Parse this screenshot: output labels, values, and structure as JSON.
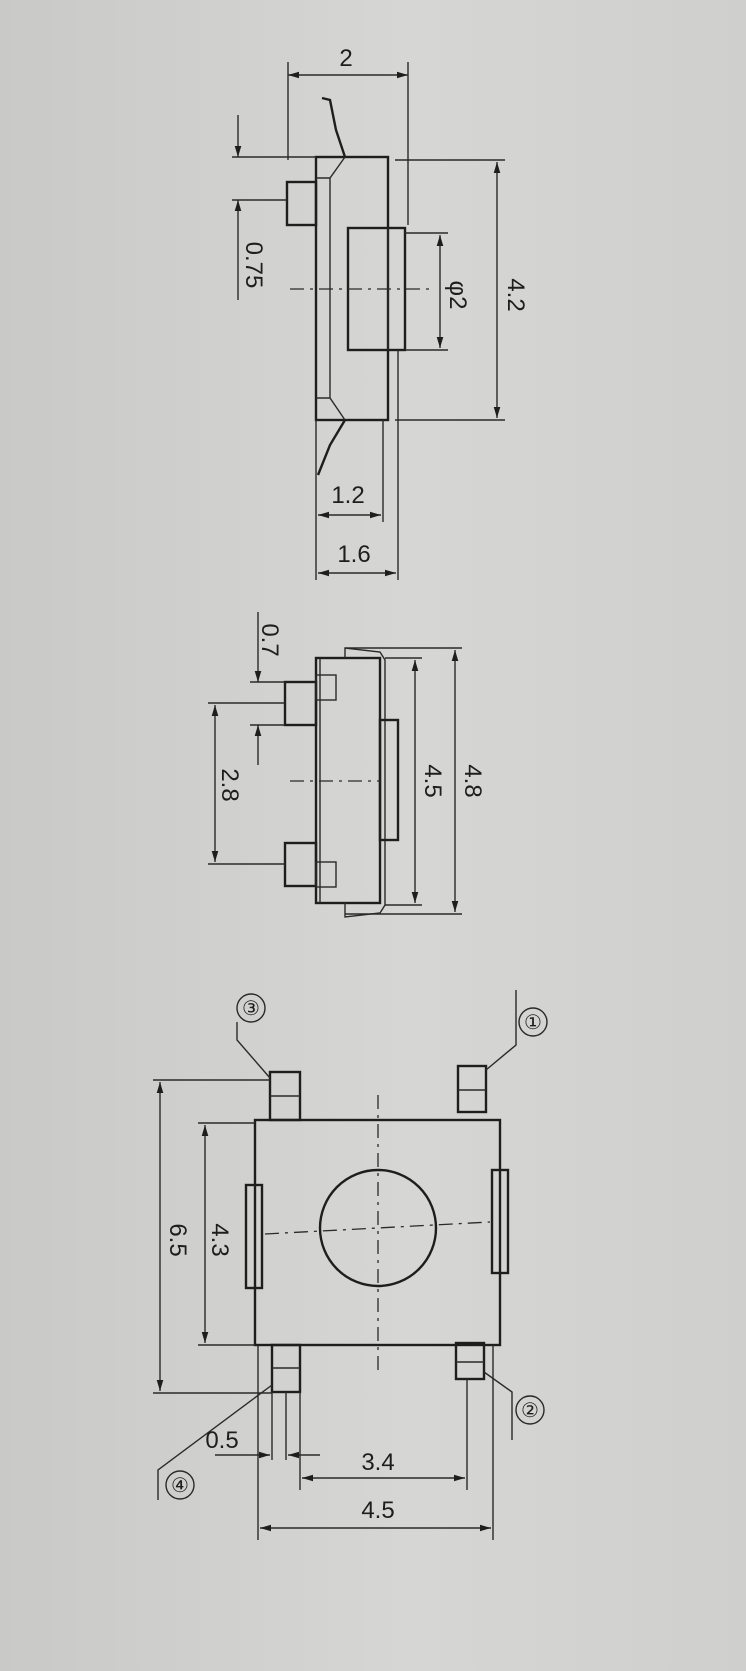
{
  "drawing": {
    "side_view": {
      "width": "2",
      "lead_offset": "0.75",
      "button_dia": "φ2",
      "length": "4.2",
      "button_height": "1.2",
      "total_height": "1.6"
    },
    "front_view": {
      "pad_width": "0.7",
      "pad_pitch": "2.8",
      "inner_length": "4.5",
      "outer_length": "4.8"
    },
    "bottom_view": {
      "pin1": "①",
      "pin2": "②",
      "pin3": "③",
      "pin4": "④",
      "body_length": "4.3",
      "lead_span": "6.5",
      "pad_width": "0.5",
      "pad_pitch": "3.4",
      "body_width": "4.5"
    }
  }
}
